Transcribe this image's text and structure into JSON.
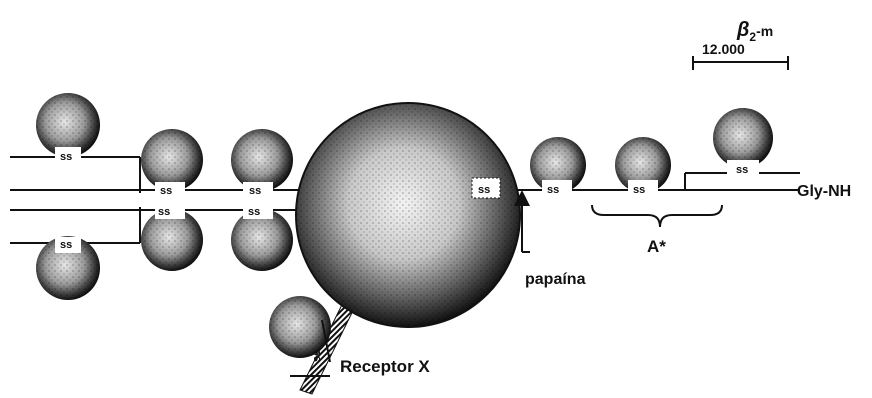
{
  "labels": {
    "beta": "β",
    "beta_sub": "2",
    "beta_suffix": "-m",
    "scale": "12.000",
    "gly": "Gly-NH",
    "a_star": "A*",
    "papaina": "papaína",
    "receptor": "Receptor X",
    "ss": "ss"
  },
  "colors": {
    "ink": "#111111",
    "domain_light": "#d9d9d9",
    "domain_dark": "#2a2a2a"
  }
}
